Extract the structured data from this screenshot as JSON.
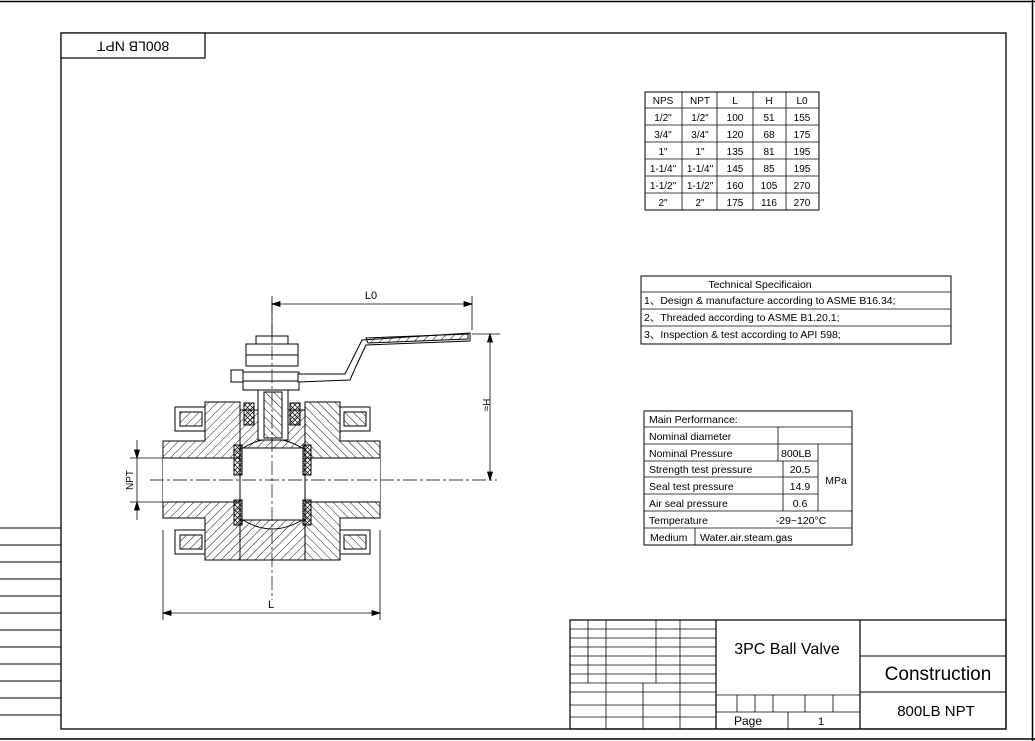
{
  "stamp": "800LB NPT",
  "dimension_table": {
    "headers": [
      "NPS",
      "NPT",
      "L",
      "H",
      "L0"
    ],
    "rows": [
      [
        "1/2\"",
        "1/2\"",
        "100",
        "51",
        "155"
      ],
      [
        "3/4\"",
        "3/4\"",
        "120",
        "68",
        "175"
      ],
      [
        "1\"",
        "1\"",
        "135",
        "81",
        "195"
      ],
      [
        "1-1/4\"",
        "1-1/4\"",
        "145",
        "85",
        "195"
      ],
      [
        "1-1/2\"",
        "1-1/2\"",
        "160",
        "105",
        "270"
      ],
      [
        "2\"",
        "2\"",
        "175",
        "116",
        "270"
      ]
    ]
  },
  "tech_spec": {
    "title": "Technical Specificaion",
    "items": [
      "1、Design & manufacture according to ASME B16.34;",
      "2、Threaded according to ASME B1.20.1;",
      "3、Inspection & test according to API 598;"
    ]
  },
  "performance": {
    "title": "Main Performance:",
    "nominal_diameter_label": "Nominal diameter",
    "nominal_diameter_value": "",
    "nominal_pressure_label": "Nominal Pressure",
    "nominal_pressure_value": "800LB",
    "strength_label": "Strength test pressure",
    "strength_value": "20.5",
    "seal_label": "Seal test pressure",
    "seal_value": "14.9",
    "air_label": "Air seal pressure",
    "air_value": "0.6",
    "unit": "MPa",
    "temperature_label": "Temperature",
    "temperature_value": "-29~120°C",
    "medium_label": "Medium",
    "medium_value": "Water.air.steam.gas"
  },
  "dimensions": {
    "l0": "L0",
    "l": "L",
    "h": "H≈",
    "npt": "NPT"
  },
  "title_block": {
    "product": "3PC Ball Valve",
    "drawing_type": "Construction",
    "spec": "800LB NPT",
    "page_label": "Page",
    "page_number": "1"
  }
}
